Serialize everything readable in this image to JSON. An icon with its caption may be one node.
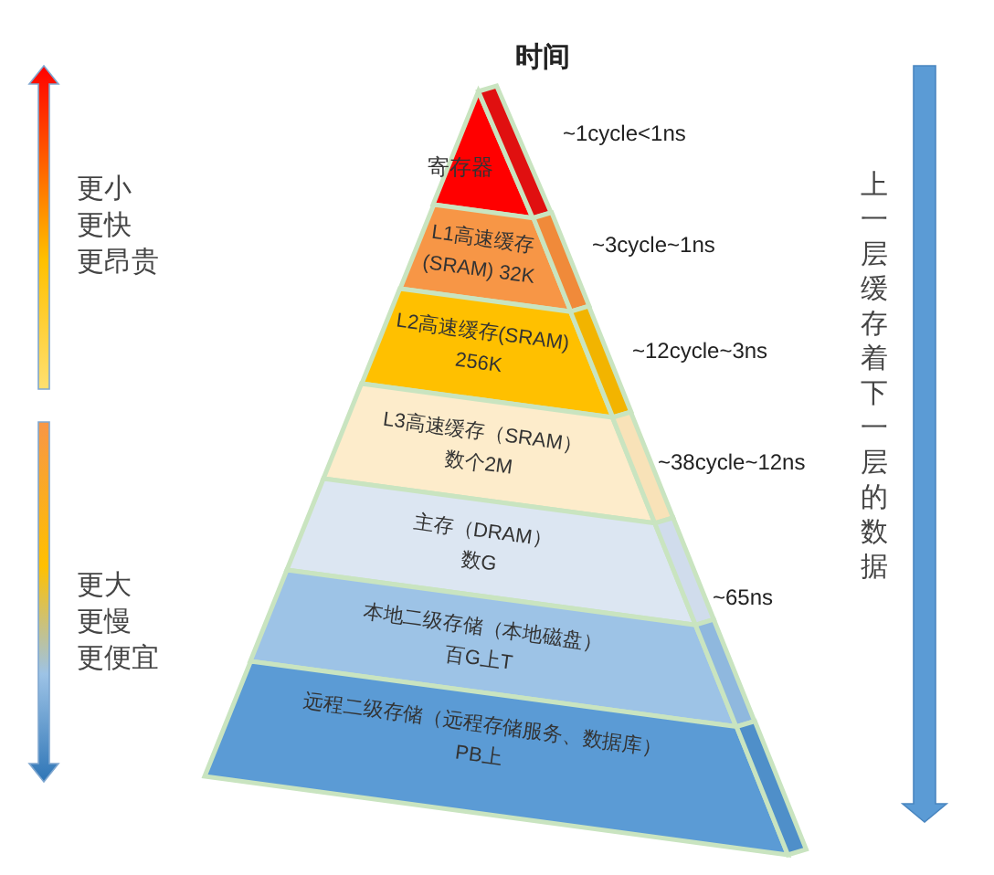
{
  "diagram": {
    "title": "时间",
    "nodes": [
      {
        "text": [
          "寄存器"
        ],
        "beside": [
          "~1cycle<1ns"
        ]
      },
      {
        "text": [
          "L1高速缓存",
          "(SRAM) 32K"
        ],
        "beside": [
          "~3cycle~1ns"
        ]
      },
      {
        "text": [
          "L2高速缓存(SRAM)",
          "256K"
        ],
        "beside": [
          "~12cycle~3ns"
        ]
      },
      {
        "text": [
          "L3高速缓存（SRAM）",
          "数个2M"
        ],
        "beside": [
          "~38cycle~12ns"
        ]
      },
      {
        "text": [
          "主存（DRAM）",
          "数G"
        ],
        "beside": [
          "~65ns"
        ]
      },
      {
        "text": [
          "本地二级存储（本地磁盘）",
          "百G上T"
        ]
      },
      {
        "text": [
          "远程二级存储（远程存储服务、数据库）",
          "PB上"
        ]
      }
    ],
    "labels": [
      "更小",
      "更快",
      "更昂贵",
      "更大",
      "更慢",
      "更便宜",
      "上一层缓存着下一层的数据"
    ]
  }
}
